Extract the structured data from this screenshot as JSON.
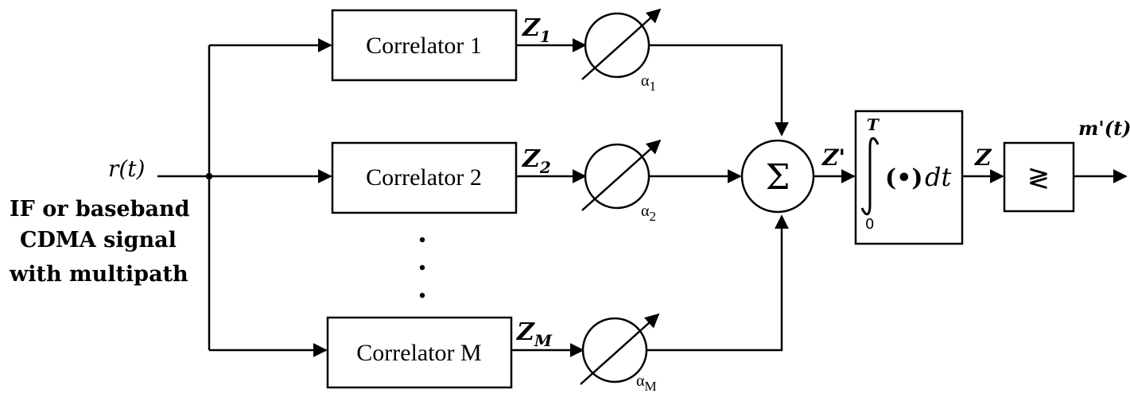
{
  "input": {
    "signal": "r(t)",
    "caption": [
      "IF or baseband",
      "CDMA signal",
      "with multipath"
    ]
  },
  "correlators": [
    {
      "label": "Correlator 1",
      "output": "Z",
      "output_sub": "1",
      "weight": "α",
      "weight_sub": "1"
    },
    {
      "label": "Correlator 2",
      "output": "Z",
      "output_sub": "2",
      "weight": "α",
      "weight_sub": "2"
    },
    {
      "label": "Correlator M",
      "output": "Z",
      "output_sub": "M",
      "weight": "α",
      "weight_sub": "M"
    }
  ],
  "ellipsis": ". . .",
  "summer": {
    "symbol": "Σ",
    "output": "Z'"
  },
  "integrator": {
    "upper_limit": "T",
    "lower_limit": "0",
    "integrand": "(•)",
    "differential": "dt",
    "output": "Z"
  },
  "decision": {
    "symbol": "≷",
    "output": "m'(t)"
  }
}
